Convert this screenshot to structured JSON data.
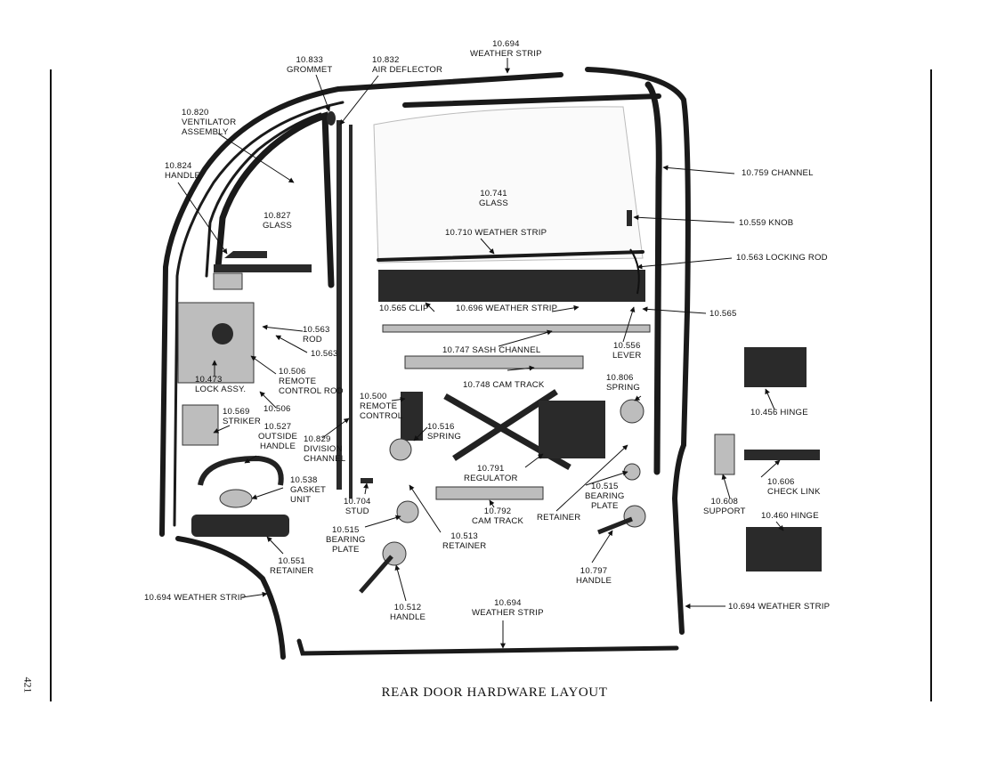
{
  "title": "REAR DOOR HARDWARE LAYOUT",
  "page_number": "421",
  "labels": {
    "l_10694_top": "10.694\nWEATHER STRIP",
    "l_10833": "10.833\nGROMMET",
    "l_10832": "10.832\nAIR DEFLECTOR",
    "l_10820": "10.820\nVENTILATOR\nASSEMBLY",
    "l_10824": "10.824\nHANDLE",
    "l_10827": "10.827\nGLASS",
    "l_10741": "10.741\nGLASS",
    "l_10710": "10.710 WEATHER STRIP",
    "l_10759": "10.759 CHANNEL",
    "l_10559": "10.559 KNOB",
    "l_10563_lock": "10.563 LOCKING ROD",
    "l_10565_clip": "10.565 CLIP",
    "l_10696": "10.696 WEATHER STRIP",
    "l_10565_r": "10.565",
    "l_10563_rod": "10.563\nROD",
    "l_10563_b": "10.563",
    "l_10556": "10.556\nLEVER",
    "l_10747": "10.747 SASH CHANNEL",
    "l_10506_rc": "10.506\nREMOTE\nCONTROL ROD",
    "l_10473": "10.473\nLOCK ASSY.",
    "l_10506_b": "10.506",
    "l_10748": "10.748 CAM TRACK",
    "l_10806": "10.806\nSPRING",
    "l_10456": "10.456 HINGE",
    "l_10500": "10.500\nREMOTE\nCONTROL",
    "l_10569": "10.569\nSTRIKER",
    "l_10527": "10.527\nOUTSIDE\nHANDLE",
    "l_10829": "10.829\nDIVISION\nCHANNEL",
    "l_10516": "10.516\nSPRING",
    "l_10791": "10.791\nREGULATOR",
    "l_10515_r": "10.515\nBEARING\nPLATE",
    "l_10538": "10.538\nGASKET\nUNIT",
    "l_10606": "10.606\nCHECK LINK",
    "l_10608": "10.608\nSUPPORT",
    "l_10460": "10.460 HINGE",
    "l_10704": "10.704\nSTUD",
    "l_10792": "10.792\nCAM TRACK",
    "l_retainer": "RETAINER",
    "l_10515_l": "10.515\nBEARING\nPLATE",
    "l_10513": "10.513\nRETAINER",
    "l_10551": "10.551\nRETAINER",
    "l_10797": "10.797\nHANDLE",
    "l_10694_left": "10.694 WEATHER STRIP",
    "l_10694_bottom": "10.694\nWEATHER STRIP",
    "l_10694_right": "10.694 WEATHER STRIP",
    "l_10512": "10.512\nHANDLE"
  }
}
